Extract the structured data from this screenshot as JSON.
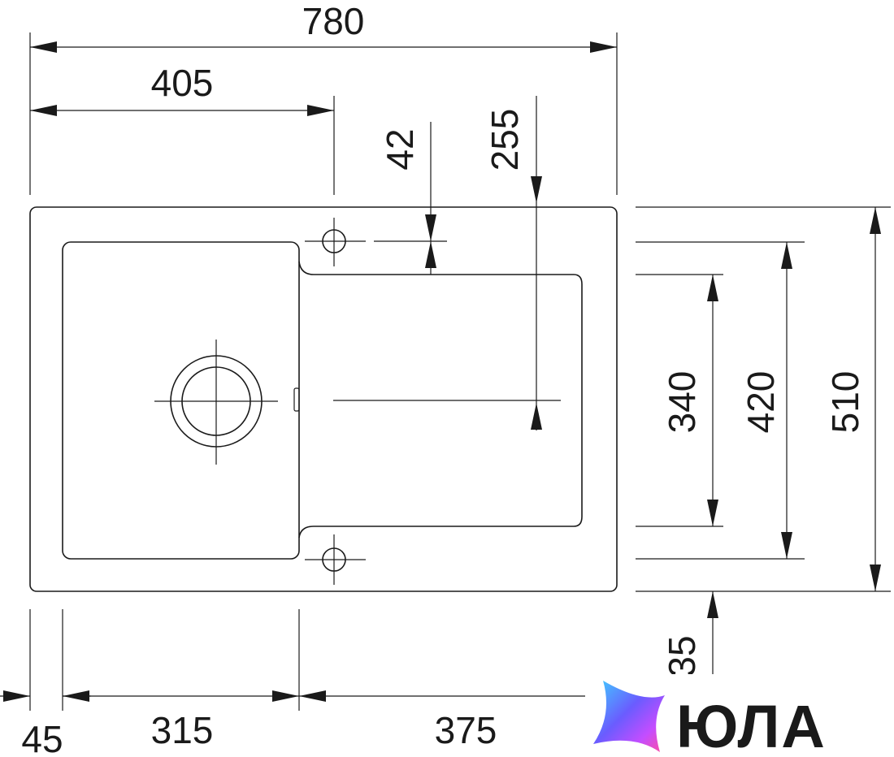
{
  "dimensions": {
    "total_width": "780",
    "bowl_axis_width": "405",
    "tap_hole_offset": "42",
    "drainer_axis": "255",
    "inner_depth": "340",
    "bowl_depth": "420",
    "total_depth": "510",
    "front_offset": "35",
    "left_margin": "45",
    "bowl_width": "315",
    "drainer_width": "375"
  },
  "logo": {
    "text": "ЮЛА",
    "colors": [
      "#3fd0ff",
      "#6a5cff",
      "#c44dff",
      "#ff4fa0"
    ]
  }
}
